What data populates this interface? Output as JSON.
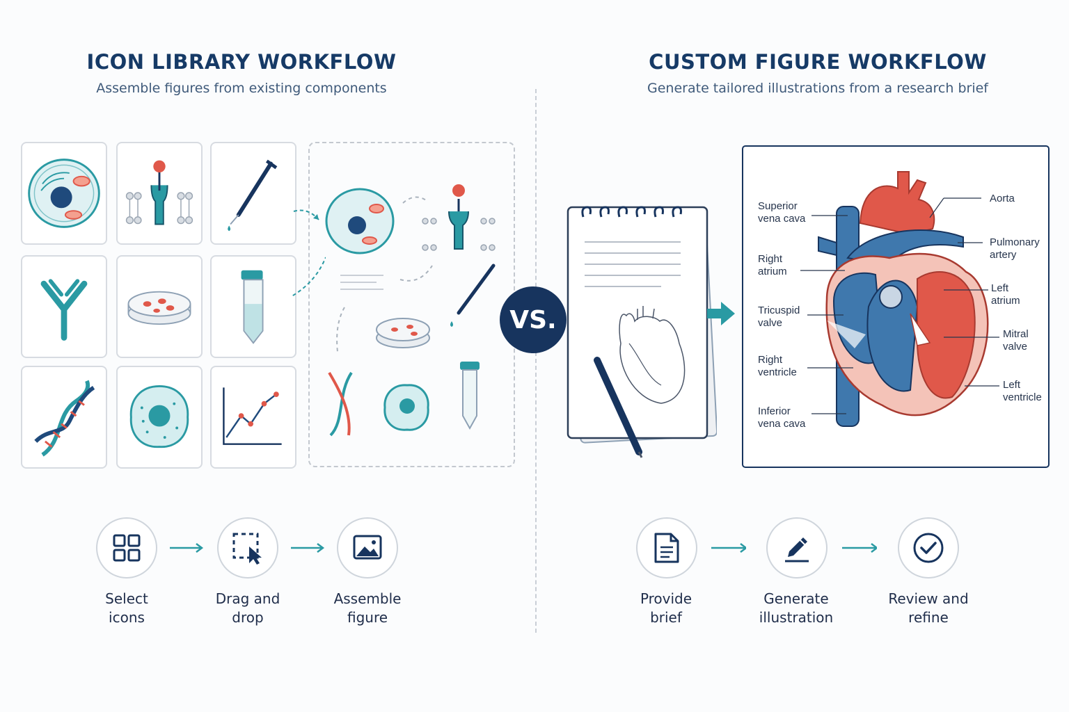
{
  "left": {
    "title": "ICON LIBRARY WORKFLOW",
    "subtitle": "Assemble figures from existing components",
    "icon_tiles": [
      "cell-icon",
      "receptor-icon",
      "pipette-icon",
      "antibody-icon",
      "petri-dish-icon",
      "test-tube-icon",
      "dna-icon",
      "round-cell-icon",
      "line-graph-icon"
    ],
    "steps": [
      {
        "line1": "Select",
        "line2": "icons",
        "icon": "grid-icon"
      },
      {
        "line1": "Drag and",
        "line2": "drop",
        "icon": "drag-cursor-icon"
      },
      {
        "line1": "Assemble",
        "line2": "figure",
        "icon": "image-icon"
      }
    ]
  },
  "vs_label": "VS.",
  "right": {
    "title": "CUSTOM FIGURE WORKFLOW",
    "subtitle": "Generate tailored illustrations from a research brief",
    "heart_labels": {
      "superior_vena_cava": [
        "Superior",
        "vena cava"
      ],
      "right_atrium": [
        "Right",
        "atrium"
      ],
      "tricuspid_valve": [
        "Tricuspid",
        "valve"
      ],
      "right_ventricle": [
        "Right",
        "ventricle"
      ],
      "inferior_vena_cava": [
        "Inferior",
        "vena cava"
      ],
      "aorta": [
        "Aorta"
      ],
      "pulmonary_artery": [
        "Pulmonary",
        "artery"
      ],
      "left_atrium": [
        "Left",
        "atrium"
      ],
      "mitral_valve": [
        "Mitral",
        "valve"
      ],
      "left_ventricle": [
        "Left",
        "ventricle"
      ]
    },
    "steps": [
      {
        "line1": "Provide",
        "line2": "brief",
        "icon": "document-icon"
      },
      {
        "line1": "Generate",
        "line2": "illustration",
        "icon": "pen-icon"
      },
      {
        "line1": "Review and",
        "line2": "refine",
        "icon": "check-circle-icon"
      }
    ]
  },
  "colors": {
    "navy": "#17345e",
    "teal": "#2a9aa3",
    "red": "#e0584a",
    "blue": "#3f78ad"
  }
}
